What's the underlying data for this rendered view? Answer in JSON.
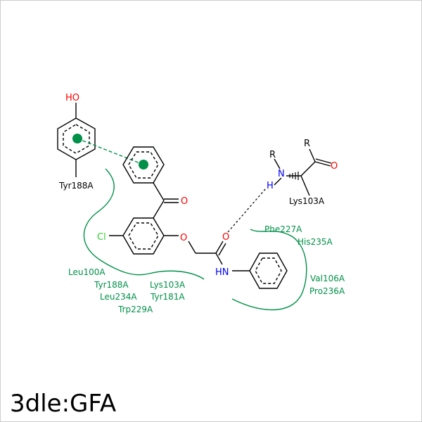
{
  "title": "3dle:GFA",
  "colors": {
    "bond": "#000000",
    "oxygen": "#ff0000",
    "nitrogen": "#0000ff",
    "chlorine": "#33cc33",
    "contact": "#009048",
    "frame": "#cccccc"
  },
  "atoms": {
    "ho": "HO",
    "o_ketone": "O",
    "o_ether": "O",
    "o_amide": "O",
    "nh": "HN",
    "cl": "Cl",
    "r_lys_n": "R",
    "r_lys_c": "R",
    "n_lys": "N",
    "h_lys": "H",
    "o_lys": "O"
  },
  "residues": {
    "tyr188_stack": "Tyr188A",
    "lys103_hbond": "Lys103A"
  },
  "contacts": [
    "Leu100A",
    "Tyr188A",
    "Lys103A",
    "Leu234A",
    "Tyr181A",
    "Trp229A",
    "Phe227A",
    "His235A",
    "Val106A",
    "Pro236A"
  ]
}
